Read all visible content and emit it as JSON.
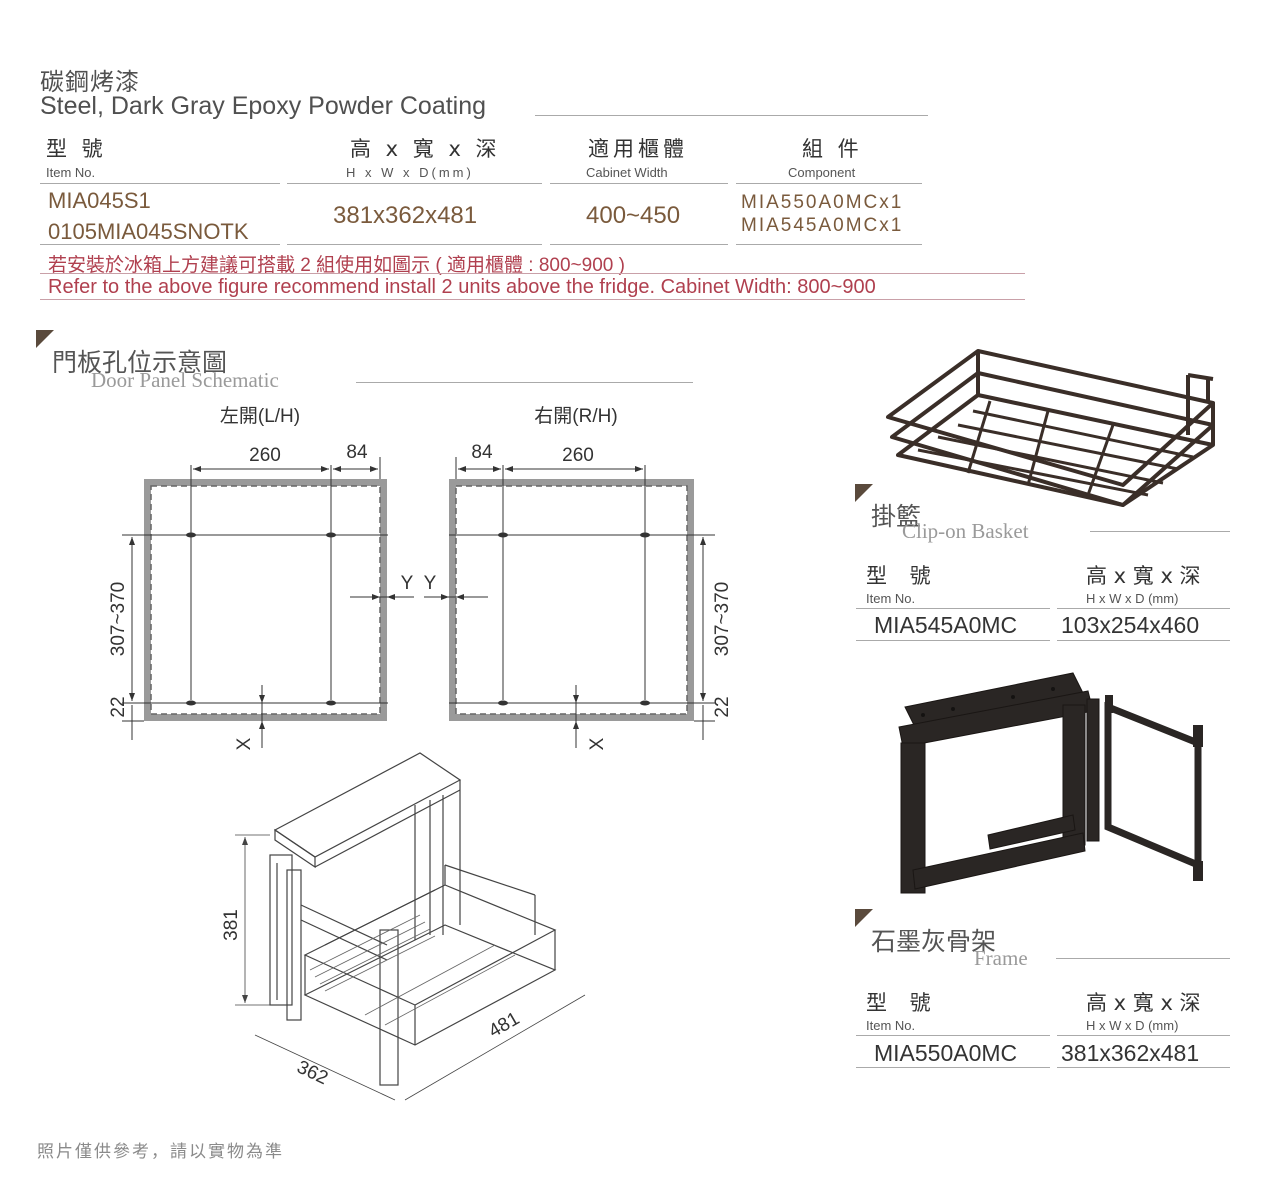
{
  "header": {
    "title_zh": "碳鋼烤漆",
    "title_en": "Steel, Dark Gray Epoxy Powder Coating"
  },
  "spec_table": {
    "columns": [
      {
        "zh": "型 號",
        "en": "Item No."
      },
      {
        "zh": "高 x 寬 x 深",
        "en": "H x W x D(mm)"
      },
      {
        "zh": "適用櫃體",
        "en": "Cabinet Width"
      },
      {
        "zh": "組 件",
        "en": "Component"
      }
    ],
    "row": {
      "item_no": [
        "MIA045S1",
        "0105MIA045SNOTK"
      ],
      "dimensions": "381x362x481",
      "cabinet_width": "400~450",
      "components": [
        "MIA550A0MCx1",
        "MIA545A0MCx1"
      ]
    },
    "note_zh": "若安裝於冰箱上方建議可搭載 2 組使用如圖示 ( 適用櫃體 : 800~900 )",
    "note_en": "Refer to the above figure recommend install 2 units above the fridge. Cabinet Width: 800~900"
  },
  "schematic": {
    "title_zh": "門板孔位示意圖",
    "title_en": "Door Panel Schematic",
    "left_label": "左開(L/H)",
    "right_label": "右開(R/H)",
    "dims": {
      "a": "260",
      "b": "84",
      "vertical": "307~370",
      "bottom": "22",
      "x": "X",
      "y": "Y"
    }
  },
  "product_drawing": {
    "height": "381",
    "width": "362",
    "depth": "481"
  },
  "clip_on_basket": {
    "title_zh": "掛籃",
    "title_en": "Clip-on Basket",
    "item_zh": "型 號",
    "item_en": "Item No.",
    "dim_zh": "高 x 寬 x 深",
    "dim_en": "H x W x D (mm)",
    "item_value": "MIA545A0MC",
    "dim_value": "103x254x460"
  },
  "frame": {
    "title_zh": "石墨灰骨架",
    "title_en": "Frame",
    "item_zh": "型 號",
    "item_en": "Item No.",
    "dim_zh": "高 x 寬 x 深",
    "dim_en": "H x W x D (mm)",
    "item_value": "MIA550A0MC",
    "dim_value": "381x362x481"
  },
  "footer": "照片僅供參考，請以實物為準",
  "colors": {
    "brown": "#7a5a3c",
    "red": "#b0404f",
    "frame_dark": "#2a2624",
    "panel_gray": "#9a9a9a"
  }
}
